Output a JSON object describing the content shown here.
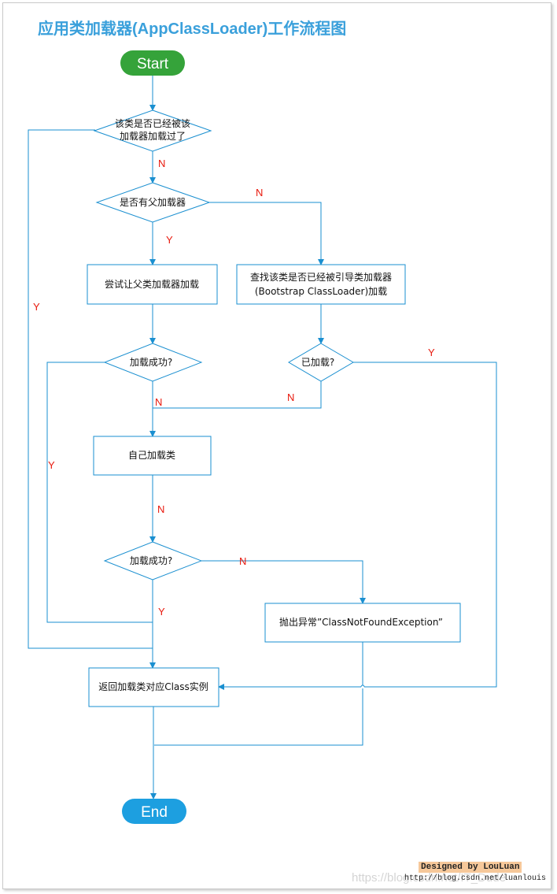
{
  "title": "应用类加载器(AppClassLoader)工作流程图",
  "colors": {
    "line": "#1a8fd0",
    "terminal_start": "#35a33a",
    "terminal_end": "#1d9fe0",
    "label": "#e8180c",
    "title": "#3aa0db"
  },
  "nodes": {
    "start": "Start",
    "q_loaded_1": "该类是否已经被该",
    "q_loaded_2": "加载器加载过了",
    "q_has_parent": "是否有父加载器",
    "try_parent": "尝试让父类加载器加载",
    "find_bootstrap_1": "查找该类是否已经被引导类加载器",
    "find_bootstrap_2": "(Bootstrap ClassLoader)加载",
    "q_success_1": "加载成功?",
    "q_already": "已加载?",
    "self_load": "自己加载类",
    "q_success_2": "加载成功?",
    "throw": "抛出异常”ClassNotFoundException”",
    "return_class": "返回加载类对应Class实例",
    "end": "End"
  },
  "edge_labels": {
    "loaded_n": "N",
    "parent_n": "N",
    "parent_y": "Y",
    "loaded_y": "Y",
    "already_y": "Y",
    "success1_n": "N",
    "already_n": "N",
    "success1_y": "Y",
    "self_n": "N",
    "success2_n": "N",
    "success2_y": "Y"
  },
  "footer": {
    "designed": "Designed by LouLuan",
    "url": "http://blog.csdn.net/luanlouis",
    "watermark": "https://blog.csdn.net/IT_Dude"
  }
}
